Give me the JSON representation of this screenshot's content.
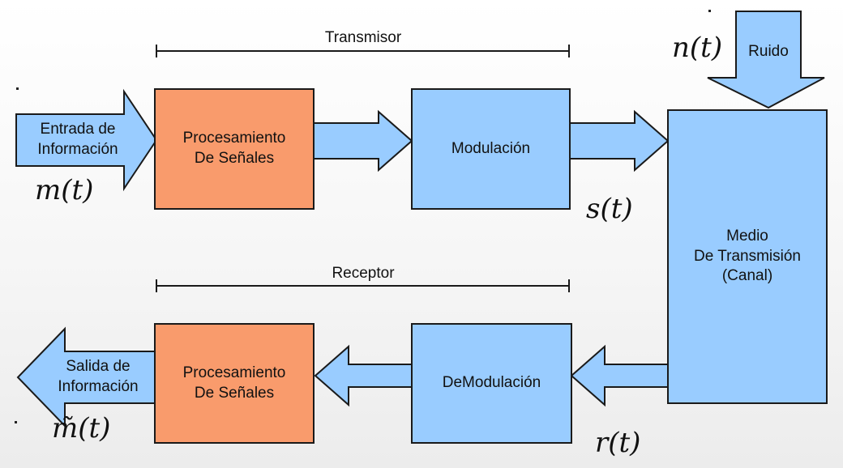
{
  "blocks": {
    "tx_processing": "Procesamiento\nDe Señales",
    "modulation": "Modulación",
    "channel": "Medio\nDe Transmisión\n(Canal)",
    "demodulation": "DeModulación",
    "rx_processing": "Procesamiento\nDe Señales"
  },
  "arrows": {
    "input": "Entrada de\nInformación",
    "output": "Salida de\nInformación",
    "noise": "Ruido"
  },
  "ranges": {
    "transmitter": "Transmisor",
    "receiver": "Receptor"
  },
  "signals": {
    "input": "m(t)",
    "transmitted": "s(t)",
    "noise": "n(t)",
    "received": "r(t)",
    "output": "m̃(t)"
  },
  "colors": {
    "processing_fill": "#f99b6c",
    "blue_fill": "#99ccff",
    "arrow_fill": "#99ccff",
    "stroke": "#1a1a1a"
  }
}
